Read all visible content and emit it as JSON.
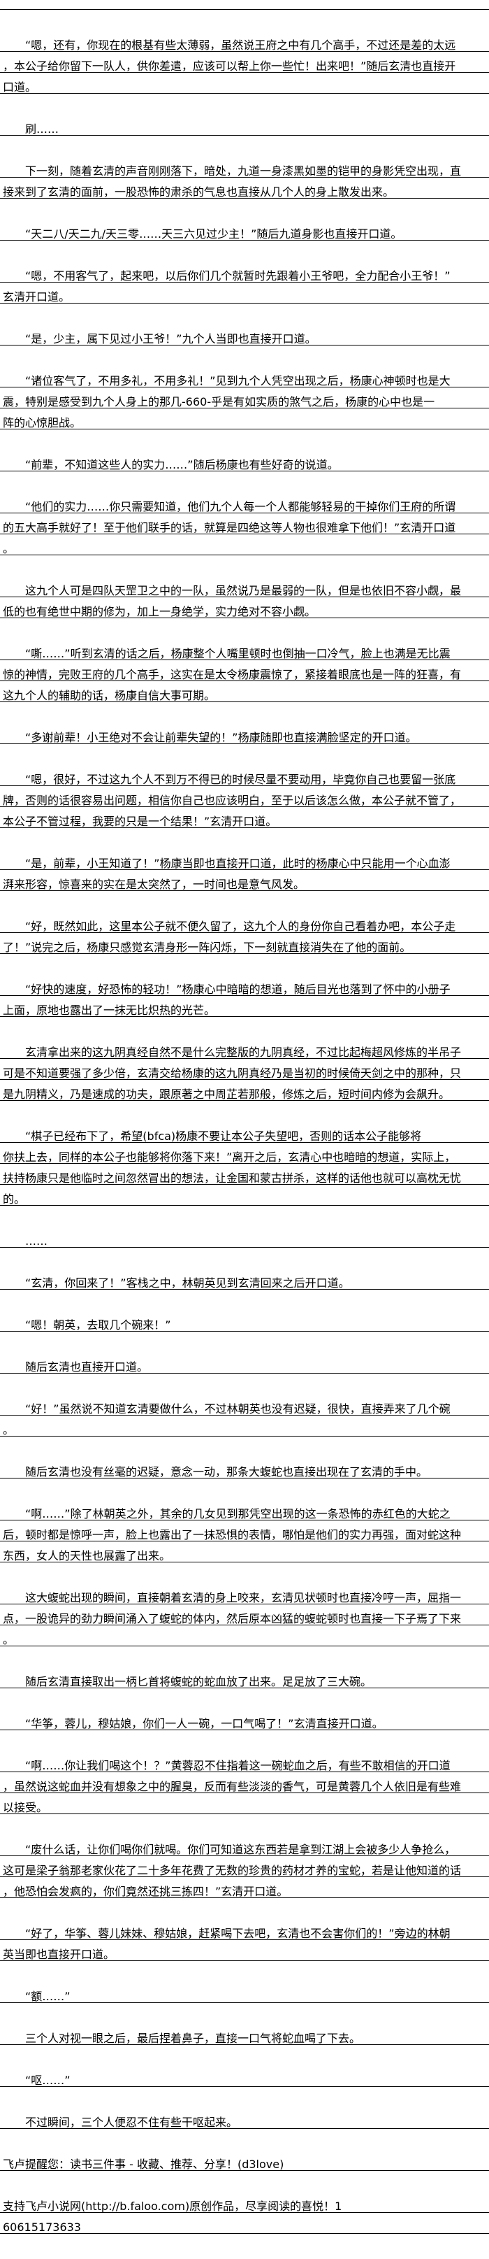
{
  "paragraphs": [
    {
      "indent": true,
      "lines": [
        "“嗯，还有，你现在的根基有些太薄弱，虽然说王府之中有几个高手，不过还是差的太远",
        "，本公子给你留下一队人，供你差遣，应该可以帮上你一些忙！出来吧！”随后玄清也直接开",
        "口道。"
      ]
    },
    {
      "indent": true,
      "lines": [
        "刷……"
      ]
    },
    {
      "indent": true,
      "lines": [
        "下一刻，随着玄清的声音刚刚落下，暗处，九道一身漆黑如墨的铠甲的身影凭空出现，直",
        "接来到了玄清的面前，一股恐怖的肃杀的气息也直接从几个人的身上散发出来。"
      ]
    },
    {
      "indent": true,
      "lines": [
        "“天二八/天二九/天三零……天三六见过少主！”随后九道身影也直接开口道。"
      ]
    },
    {
      "indent": true,
      "lines": [
        "“嗯，不用客气了，起来吧，以后你们几个就暂时先跟着小王爷吧，全力配合小王爷！”",
        "玄清开口道。"
      ]
    },
    {
      "indent": true,
      "lines": [
        "“是，少主，属下见过小王爷！”九个人当即也直接开口道。"
      ]
    },
    {
      "indent": true,
      "lines": [
        "“诸位客气了，不用多礼，不用多礼！”见到九个人凭空出现之后，杨康心神顿时也是大",
        "震，特别是感受到九个人身上的那几-660-乎是有如实质的煞气之后，杨康的心中也是一",
        "阵的心惊胆战。"
      ]
    },
    {
      "indent": true,
      "lines": [
        "“前辈，不知道这些人的实力……”随后杨康也有些好奇的说道。"
      ]
    },
    {
      "indent": true,
      "lines": [
        "“他们的实力……你只需要知道，他们九个人每一个人都能够轻易的干掉你们王府的所谓",
        "的五大高手就好了！至于他们联手的话，就算是四绝这等人物也很难拿下他们！”玄清开口道",
        "。"
      ]
    },
    {
      "indent": true,
      "lines": [
        "这九个人可是四队天罡卫之中的一队，虽然说乃是最弱的一队，但是也依旧不容小觑，最",
        "低的也有绝世中期的修为，加上一身绝学，实力绝对不容小觑。"
      ]
    },
    {
      "indent": true,
      "lines": [
        "“嘶……”听到玄清的话之后，杨康整个人嘴里顿时也倒抽一口冷气，脸上也满是无比震",
        "惊的神情，完败王府的几个高手，这实在是太令杨康震惊了，紧接着眼底也是一阵的狂喜，有",
        "这九个人的辅助的话，杨康自信大事可期。"
      ]
    },
    {
      "indent": true,
      "lines": [
        "“多谢前辈！小王绝对不会让前辈失望的！”杨康随即也直接满脸坚定的开口道。"
      ]
    },
    {
      "indent": true,
      "lines": [
        "“嗯，很好，不过这九个人不到万不得已的时候尽量不要动用，毕竟你自己也要留一张底",
        "牌，否则的话很容易出问题，相信你自己也应该明白，至于以后该怎么做，本公子就不管了，",
        "本公子不管过程，我要的只是一个结果！”玄清开口道。"
      ]
    },
    {
      "indent": true,
      "lines": [
        "“是，前辈，小王知道了！”杨康当即也直接开口道，此时的杨康心中只能用一个心血澎",
        "湃来形容，惊喜来的实在是太突然了，一时间也是意气风发。"
      ]
    },
    {
      "indent": true,
      "lines": [
        "“好，既然如此，这里本公子就不便久留了，这九个人的身份你自己看着办吧，本公子走",
        "了！”说完之后，杨康只感觉玄清身形一阵闪烁，下一刻就直接消失在了他的面前。"
      ]
    },
    {
      "indent": true,
      "lines": [
        "“好快的速度，好恐怖的轻功！”杨康心中暗暗的想道，随后目光也落到了怀中的小册子",
        "上面，原地也露出了一抹无比炽热的光芒。"
      ]
    },
    {
      "indent": true,
      "lines": [
        "玄清拿出来的这九阴真经自然不是什么完整版的九阴真经，不过比起梅超风修炼的半吊子",
        "可是不知道要强了多少倍，玄清交给杨康的这九阴真经乃是当初的时候倚天剑之中的那种，只",
        "是九阴精义，乃是速成的功夫，跟原著之中周芷若那般，修炼之后，短时间内修为会飙升。"
      ]
    },
    {
      "indent": true,
      "lines": [
        "“棋子已经布下了，希望(bfca)杨康不要让本公子失望吧，否则的话本公子能够将",
        "你扶上去，同样的本公子也能够将你落下来！”离开之后，玄清心中也暗暗的想道，实际上，",
        "扶持杨康只是他临时之间忽然冒出的想法，让金国和蒙古拼杀，这样的话他也就可以高枕无忧",
        "的。"
      ]
    },
    {
      "indent": true,
      "lines": [
        "……"
      ]
    },
    {
      "indent": true,
      "lines": [
        "“玄清，你回来了！”客栈之中，林朝英见到玄清回来之后开口道。"
      ]
    },
    {
      "indent": true,
      "lines": [
        "“嗯！朝英，去取几个碗来！”"
      ]
    },
    {
      "indent": true,
      "lines": [
        "随后玄清也直接开口道。"
      ]
    },
    {
      "indent": true,
      "lines": [
        "“好！”虽然说不知道玄清要做什么，不过林朝英也没有迟疑，很快，直接弄来了几个碗",
        "。"
      ]
    },
    {
      "indent": true,
      "lines": [
        "随后玄清也没有丝毫的迟疑，意念一动，那条大蝮蛇也直接出现在了玄清的手中。"
      ]
    },
    {
      "indent": true,
      "lines": [
        "“啊……”除了林朝英之外，其余的几女见到那凭空出现的这一条恐怖的赤红色的大蛇之",
        "后，顿时都是惊呼一声，脸上也露出了一抹恐惧的表情，哪怕是他们的实力再强，面对蛇这种",
        "东西，女人的天性也展露了出来。"
      ]
    },
    {
      "indent": true,
      "lines": [
        "这大蝮蛇出现的瞬间，直接朝着玄清的身上咬来，玄清见状顿时也直接冷哼一声，屈指一",
        "点，一股诡异的劲力瞬间涌入了蝮蛇的体内，然后原本凶猛的蝮蛇顿时也直接一下子焉了下来",
        "。"
      ]
    },
    {
      "indent": true,
      "lines": [
        "随后玄清直接取出一柄匕首将蝮蛇的蛇血放了出来。足足放了三大碗。"
      ]
    },
    {
      "indent": true,
      "lines": [
        "“华筝，蓉儿，穆姑娘，你们一人一碗，一口气喝了！”玄清直接开口道。"
      ]
    },
    {
      "indent": true,
      "lines": [
        "“啊……你让我们喝这个！？”黄蓉忍不住指着这一碗蛇血之后，有些不敢相信的开口道",
        "，虽然说这蛇血并没有想象之中的腥臭，反而有些淡淡的香气，可是黄蓉几个人依旧是有些难",
        "以接受。"
      ]
    },
    {
      "indent": true,
      "lines": [
        "“废什么话，让你们喝你们就喝。你们可知道这东西若是拿到江湖上会被多少人争抢么，",
        "这可是梁子翁那老家伙花了二十多年花费了无数的珍贵的药材才养的宝蛇，若是让他知道的话",
        "，他恐怕会发疯的，你们竟然还挑三拣四！”玄清开口道。"
      ]
    },
    {
      "indent": true,
      "lines": [
        "“好了，华筝、蓉儿妹妹、穆姑娘，赶紧喝下去吧，玄清也不会害你们的！”旁边的林朝",
        "英当即也直接开口道。"
      ]
    },
    {
      "indent": true,
      "lines": [
        "“额……”"
      ]
    },
    {
      "indent": true,
      "lines": [
        "三个人对视一眼之后，最后捏着鼻子，直接一口气将蛇血喝了下去。"
      ]
    },
    {
      "indent": true,
      "lines": [
        "“呕……”"
      ]
    },
    {
      "indent": true,
      "lines": [
        "不过瞬间，三个人便忍不住有些干呕起来。"
      ]
    },
    {
      "indent": false,
      "lines": [
        "飞卢提醒您：读书三件事 - 收藏、推荐、分享！(d3love)"
      ]
    },
    {
      "indent": false,
      "lines": [
        "支持飞卢小说网(http://b.faloo.com)原创作品，尽享阅读的喜悦！1",
        "60615173633"
      ]
    }
  ]
}
